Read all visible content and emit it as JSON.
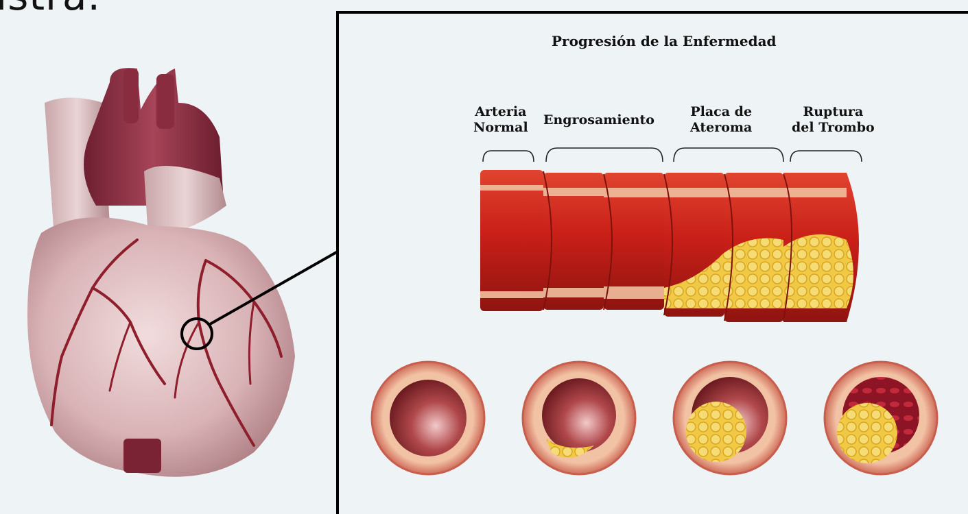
{
  "page": {
    "top_fragment": "istra."
  },
  "panel": {
    "title": "Progresión de la Enfermedad",
    "stages": [
      {
        "line1": "Arteria",
        "line2": "Normal"
      },
      {
        "line1": "Engrosamiento",
        "line2": ""
      },
      {
        "line1": "Placa de",
        "line2": "Ateroma"
      },
      {
        "line1": "Ruptura",
        "line2": "del Trombo"
      }
    ]
  },
  "colors": {
    "background": "#eef3f5",
    "heart": "#d9b6b8",
    "aorta": "#8c2f44",
    "artery_red": "#c9261e",
    "plaque_yellow": "#f0c640",
    "vessel_wall": "#e7a98c"
  }
}
